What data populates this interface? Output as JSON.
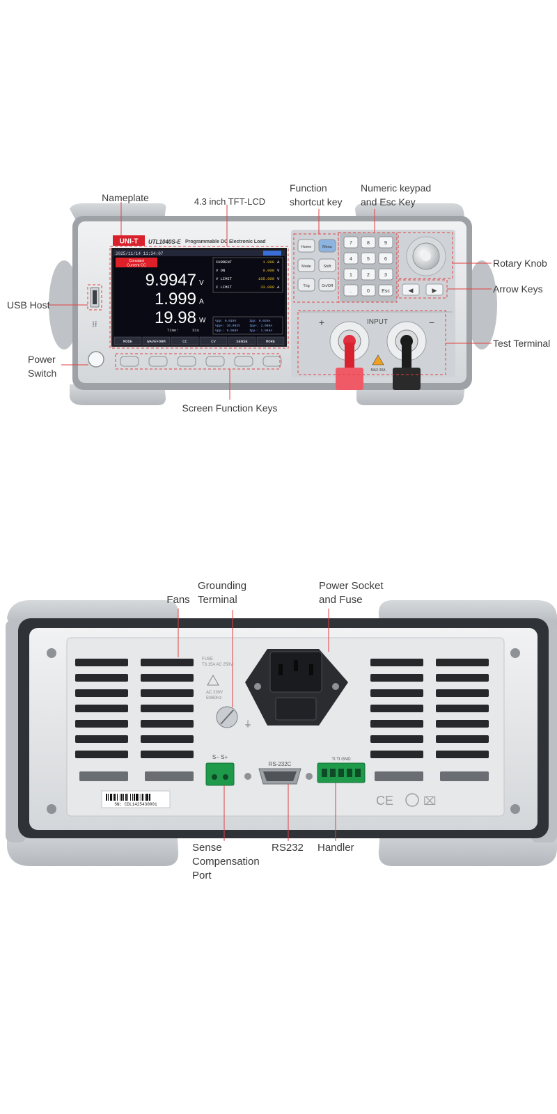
{
  "front": {
    "brand": "UNI-T",
    "model": "UTL1040S-E",
    "product_name": "Programmable DC Electronic Load",
    "lcd": {
      "timestamp": "2025/11/14  11:34:07",
      "mode_banner_1": "Constant",
      "mode_banner_2": "Current CC",
      "voltage": "9.9947",
      "voltage_unit": "V",
      "current": "1.999",
      "current_unit": "A",
      "power": "19.98",
      "power_unit": "W",
      "time_label": "Time:",
      "time_value": "31s",
      "params": [
        {
          "name": "CURRENT",
          "value": "1.999",
          "unit": "A"
        },
        {
          "name": "V ON",
          "value": "0.000",
          "unit": "V"
        },
        {
          "name": "V LIMIT",
          "value": "105.000",
          "unit": "V"
        },
        {
          "name": "C LIMIT",
          "value": "33.000",
          "unit": "A"
        }
      ],
      "stats_left": [
        "Vpp: 0.019V",
        "Vpp+: 10.002V",
        "Vpp-: 9.988V"
      ],
      "stats_right": [
        "Ipp: 0.020A",
        "Ipp+: 2.000A",
        "Ipp-: 1.996A"
      ],
      "softkeys": [
        "MODE",
        "WAVEFORM",
        "CC",
        "CV",
        "SENSE",
        "MORE"
      ]
    },
    "function_keys": [
      "Home",
      "Menu",
      "Mode",
      "Shift",
      "Trig",
      "On/Off"
    ],
    "numeric_keys": [
      "7",
      "8",
      "9",
      "4",
      "5",
      "6",
      "1",
      "2",
      "3",
      ".",
      "0",
      "Esc"
    ],
    "input_label": "INPUT",
    "plus": "+",
    "minus": "−",
    "warning": "MAX 30A",
    "callouts": {
      "nameplate": "Nameplate",
      "lcd": "4.3 inch TFT-LCD",
      "function_shortcut": "Function\nshortcut key",
      "numeric_keypad": "Numeric keypad\nand Esc Key",
      "rotary_knob": "Rotary Knob",
      "arrow_keys": "Arrow Keys",
      "usb_host": "USB Host",
      "test_terminal": "Test Terminal",
      "power_switch": "Power\nSwitch",
      "screen_function_keys": "Screen Function Keys"
    }
  },
  "rear": {
    "fuse_text": "FUSE\nT3.15A AC 250V",
    "ac_rating": "AC 230V\n50/60Hz",
    "sense_port_label": "S−  S+",
    "rs232_label": "RS-232C",
    "handler_label": "TI   TI   GND",
    "serial": "SN: CDL1425430001",
    "callouts": {
      "fans": "Fans",
      "grounding": "Grounding\nTerminal",
      "power_socket": "Power Socket\nand Fuse",
      "sense_port": "Sense\nCompensation\nPort",
      "rs232": "RS232",
      "handler": "Handler"
    }
  },
  "colors": {
    "chassis": "#e3e5e7",
    "bumper": "#c7cacd",
    "lcd_bg": "#0a0a14",
    "brand_red": "#d8212a",
    "callout_red": "#e04040",
    "terminal_green": "#1f9a4b"
  }
}
